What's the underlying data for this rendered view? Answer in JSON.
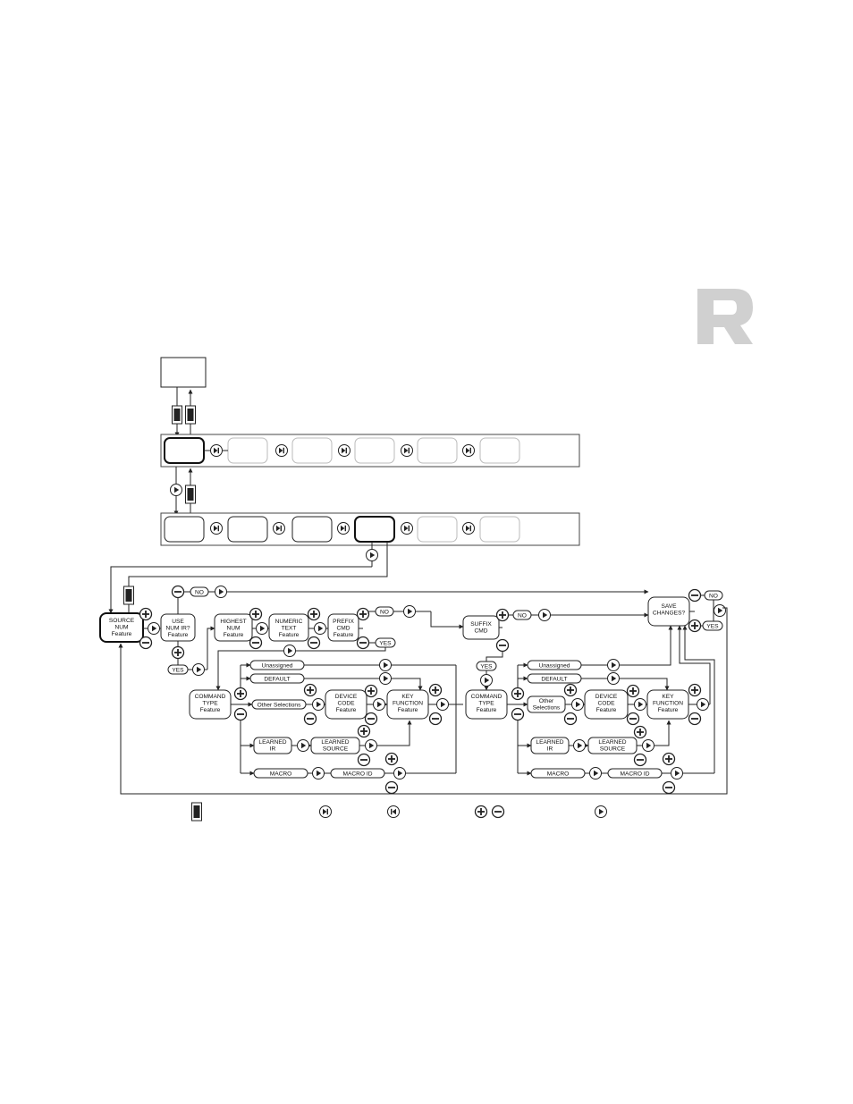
{
  "logo": {
    "letter": "R",
    "color": "#d0d0d0"
  },
  "colors": {
    "line": "#222222",
    "faint_box": "#bbbbbb"
  },
  "icons": {
    "edit_key": "rectangle-button-icon",
    "next_key": "next-track-icon",
    "prev_key": "previous-track-icon",
    "plus_minus": "plus-minus-icon",
    "play_key": "play-icon"
  },
  "labels": {
    "source_num": "SOURCE\nNUM\nFeature",
    "use_num_ir": "USE\nNUM IR?\nFeature",
    "highest_num": "HIGHEST\nNUM\nFeature",
    "numeric_text": "NUMERIC\nTEXT\nFeature",
    "prefix_cmd": "PREFIX\nCMD\nFeature",
    "suffix_cmd": "SUFFIX\nCMD",
    "save_changes": "SAVE\nCHANGES?",
    "command_type": "COMMAND\nTYPE\nFeature",
    "device_code": "DEVICE\nCODE\nFeature",
    "key_function": "KEY\nFUNCTION\nFeature",
    "learned_ir": "LEARNED\nIR",
    "learned_source": "LEARNED\nSOURCE",
    "unassigned": "Unassigned",
    "default": "DEFAULT",
    "other_selections": "Other Selections",
    "other_selections_2": "Other\nSelections",
    "macro": "MACRO",
    "macro_id": "MACRO ID",
    "no": "NO",
    "yes": "YES"
  }
}
